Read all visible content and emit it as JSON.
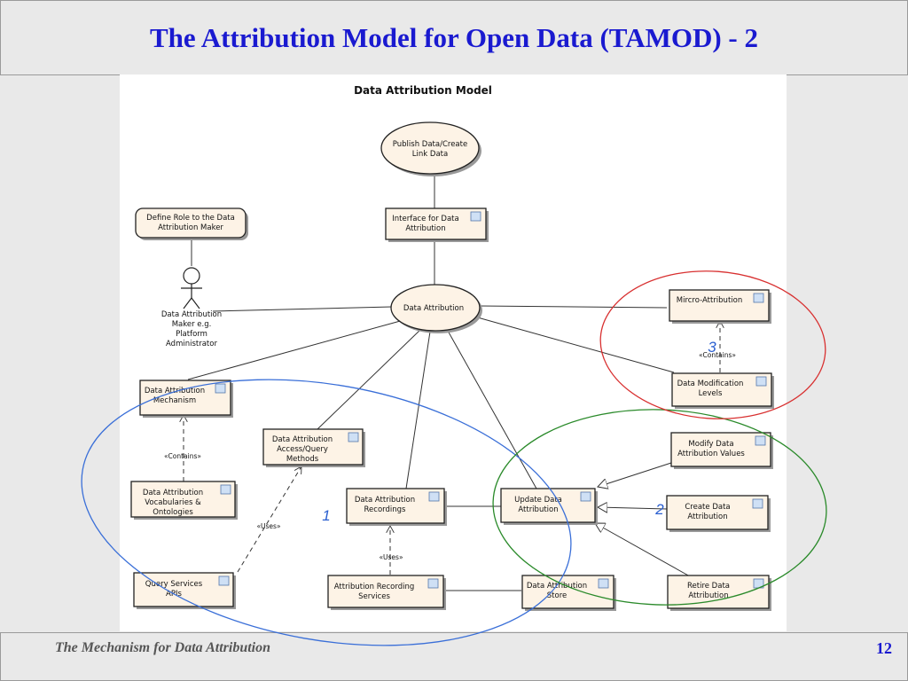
{
  "slide": {
    "title": "The Attribution Model for Open Data (TAMOD) - 2",
    "footer": "The Mechanism for Data Attribution",
    "page_number": "12"
  },
  "diagram": {
    "title": "Data Attribution Model",
    "nodes": {
      "publish": [
        "Publish Data/Create",
        "Link Data"
      ],
      "define_role": [
        "Define Role to the Data",
        "Attribution Maker"
      ],
      "interface": [
        "Interface for Data",
        "Attribution"
      ],
      "actor": [
        "Data Attribution",
        "Maker e.g.",
        "Platform",
        "Administrator"
      ],
      "data_attribution": [
        "Data Attribution"
      ],
      "micro": [
        "Mircro-Attribution"
      ],
      "mod_levels": [
        "Data Modification",
        "Levels"
      ],
      "mechanism": [
        "Data Attribution",
        "Mechanism"
      ],
      "access": [
        "Data Attribution",
        "Access/Query",
        "Methods"
      ],
      "vocab": [
        "Data Attribution",
        "Vocabularies &",
        "Ontologies"
      ],
      "recordings": [
        "Data Attribution",
        "Recordings"
      ],
      "update": [
        "Update Data",
        "Attribution"
      ],
      "modify": [
        "Modify Data",
        "Attribution Values"
      ],
      "create": [
        "Create Data",
        "Attribution"
      ],
      "query": [
        "Query Services",
        "APIs"
      ],
      "rec_services": [
        "Attribution Recording",
        "Services"
      ],
      "store": [
        "Data Attribution",
        "Store"
      ],
      "retire": [
        "Retire Data",
        "Attribution"
      ]
    },
    "labels": {
      "contains_1": "«Contains»",
      "contains_2": "«Contains»",
      "uses_1": "«Uses»",
      "uses_2": "«Uses»"
    },
    "groups": [
      {
        "number": "1",
        "color": "#3a6fd8"
      },
      {
        "number": "2",
        "color": "#2a8a2a"
      },
      {
        "number": "3",
        "color": "#d83030"
      }
    ]
  }
}
